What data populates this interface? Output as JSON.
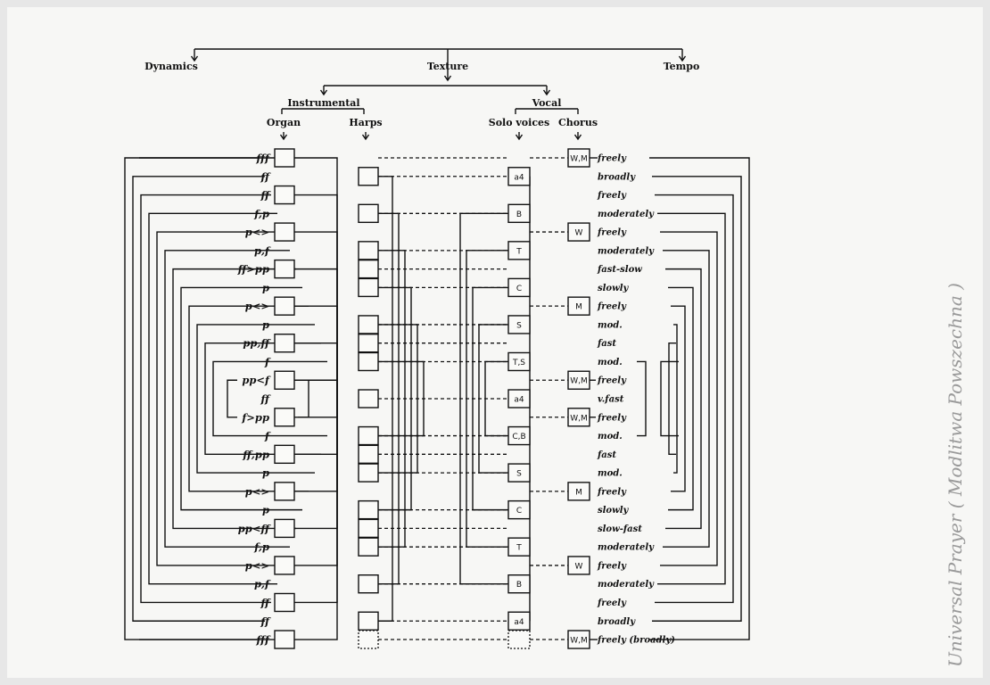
{
  "headers": {
    "dynamics": "Dynamics",
    "texture": "Texture",
    "tempo": "Tempo",
    "instrumental": "Instrumental",
    "vocal": "Vocal",
    "organ": "Organ",
    "harps": "Harps",
    "solo_voices": "Solo voices",
    "chorus": "Chorus"
  },
  "dynamics": [
    "fff",
    "ff",
    "ff",
    "f,p",
    "p<>",
    "p,f",
    "ff>pp",
    "p",
    "p<>",
    "p",
    "pp,ff",
    "f",
    "pp<f",
    "ff",
    "f>pp",
    "f",
    "ff,pp",
    "p",
    "p<>",
    "p",
    "pp<ff",
    "f,p",
    "p<>",
    "p,f",
    "ff",
    "ff",
    "fff"
  ],
  "tempo": [
    "freely",
    "broadly",
    "freely",
    "moderately",
    "freely",
    "moderately",
    "fast-slow",
    "slowly",
    "freely",
    "mod.",
    "fast",
    "mod.",
    "freely",
    "v.fast",
    "freely",
    "mod.",
    "fast",
    "mod.",
    "freely",
    "slowly",
    "slow-fast",
    "moderately",
    "freely",
    "moderately",
    "freely",
    "broadly",
    "freely (broadly)"
  ],
  "solo_boxes": [
    "a4",
    "B",
    "T",
    "C",
    "S",
    "T,S",
    "a4",
    "C,B",
    "S",
    "C",
    "T",
    "B",
    "a4"
  ],
  "chorus_boxes": [
    "W,M",
    "W",
    "M",
    "W,M",
    "W,M",
    "M",
    "W",
    "W,M"
  ],
  "margin_note": "Universal Prayer ( Modlitwa Powszechna )"
}
